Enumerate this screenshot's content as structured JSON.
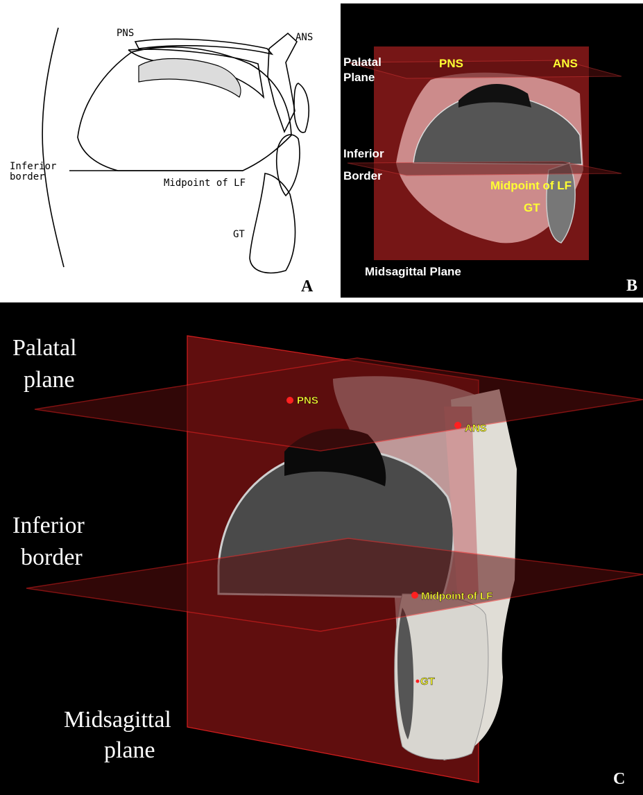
{
  "panel_a": {
    "letter": "A",
    "labels": {
      "pns": "PNS",
      "ans": "ANS",
      "inferior_border_line1": "Inferior",
      "inferior_border_line2": "border",
      "midpoint_lf": "Midpoint of LF",
      "gt": "GT"
    },
    "line_color": "#000000",
    "shade_color": "#dcdcdc"
  },
  "panel_b": {
    "letter": "B",
    "labels": {
      "palatal_line1": "Palatal",
      "palatal_line2": "Plane",
      "pns": "PNS",
      "ans": "ANS",
      "inferior_line1": "Inferior",
      "inferior_line2": "Border",
      "midpoint_lf": "Midpoint of LF",
      "gt": "GT",
      "midsagittal": "Midsagittal Plane"
    },
    "plane_color": "#8b1a1a",
    "label_color": "#ffff33"
  },
  "panel_c": {
    "letter": "C",
    "labels": {
      "palatal_line1": "Palatal",
      "palatal_line2": "plane",
      "inferior_line1": "Inferior",
      "inferior_line2": "border",
      "midsagittal_line1": "Midsagittal",
      "midsagittal_line2": "plane",
      "pns": "PNS",
      "ans": "ANS",
      "midpoint_lf": "Midpoint of LF",
      "gt": "GT"
    },
    "plane_color": "#7a1414",
    "point_color": "#ff2020",
    "label_color": "#ffff33"
  }
}
